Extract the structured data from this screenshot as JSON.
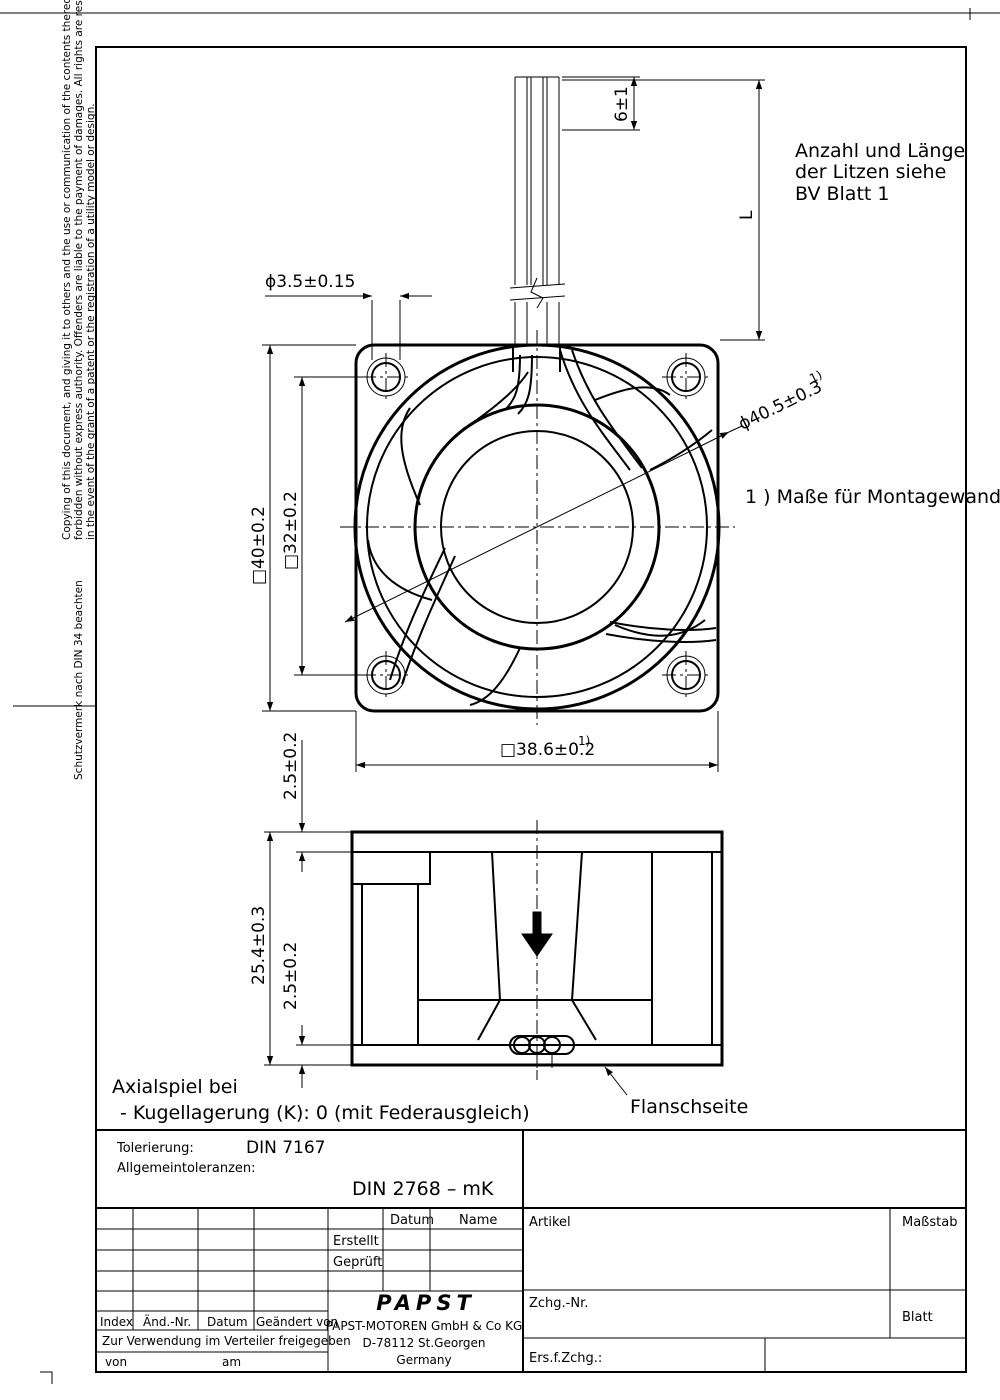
{
  "notes": {
    "strands_1": "Anzahl und Länge",
    "strands_2": "der Litzen siehe",
    "strands_3": "BV Blatt 1",
    "mount": "1 ) Maße für Montagewand",
    "axial_1": "Axialspiel bei",
    "axial_2": "- Kugellagerung (K): 0 (mit Federausgleich)",
    "flange": "Flanschseite"
  },
  "dims": {
    "hole_dia": "ϕ3.5±0.15",
    "lead_end": "6±1",
    "lead_len": "L",
    "ring_dia": "ϕ40.5±0.3",
    "ring_ref": "1)",
    "frame": "□40±0.2",
    "pitch": "□32±0.2",
    "wall": "□38.6±0.2",
    "wall_ref": "1)",
    "flange_top": "2.5±0.2",
    "flange_bottom": "2.5±0.2",
    "depth": "25.4±0.3"
  },
  "margin": {
    "copyright_1": "Copying of this document, and giving it to others and the use or communication of the contents thereof, are",
    "copyright_2": "forbidden without express authority. Offenders are liable to the payment of damages. All rights are reserved",
    "copyright_3": "in the event of the grant of a patent or the registration of a utility model or design.",
    "protection": "Schutzvermerk nach DIN 34 beachten"
  },
  "title_block": {
    "tolerance_label": "Tolerierung:",
    "tolerance_value": "DIN 7167",
    "general_label": "Allgemeintoleranzen:",
    "general_value": "DIN  2768  –  mK",
    "col_datum": "Datum",
    "col_name": "Name",
    "created": "Erstellt",
    "checked": "Geprüft",
    "article": "Artikel",
    "scale": "Maßstab",
    "drawing_no": "Zchg.-Nr.",
    "sheet": "Blatt",
    "replaces": "Ers.f.Zchg.:",
    "rev_index": "Index",
    "rev_change": "Änd.-Nr.",
    "rev_date": "Datum",
    "rev_by": "Geändert von",
    "release": "Zur Verwendung im Verteiler freigegeben",
    "release_from": "von",
    "release_at": "am",
    "logo": "PAPST",
    "company": "PAPST-MOTOREN GmbH & Co KG",
    "address": "D-78112 St.Georgen",
    "country": "Germany"
  }
}
